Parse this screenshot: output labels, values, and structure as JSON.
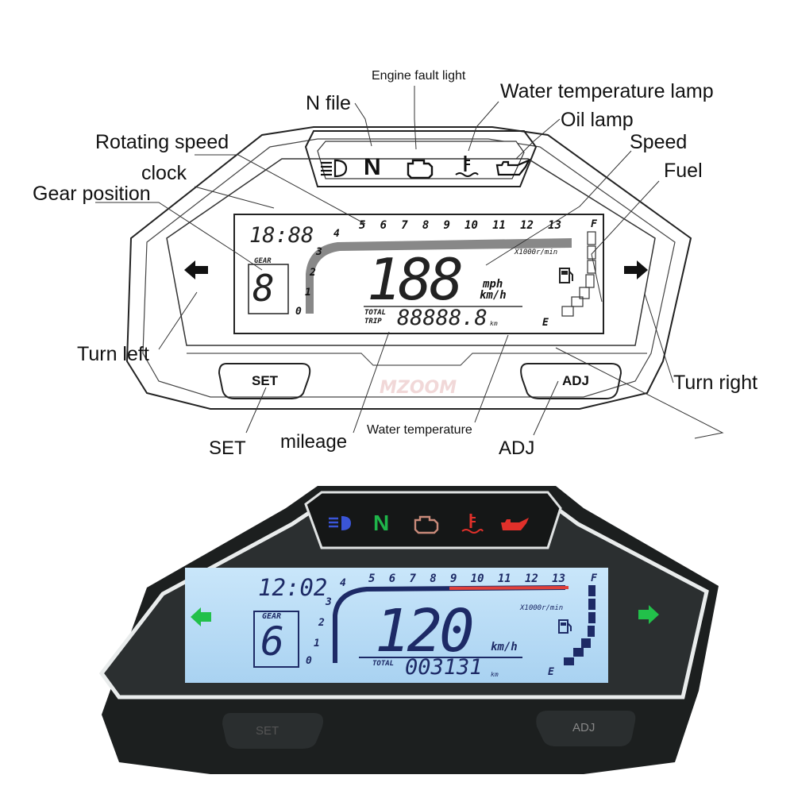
{
  "labels": {
    "engine_fault_light": "Engine fault light",
    "n_file": "N file",
    "water_temperature_lamp": "Water temperature lamp",
    "oil_lamp": "Oil lamp",
    "rotating_speed": "Rotating speed",
    "speed": "Speed",
    "clock": "clock",
    "fuel": "Fuel",
    "gear_position": "Gear position",
    "turn_left": "Turn left",
    "turn_right": "Turn right",
    "set": "SET",
    "mileage": "mileage",
    "water_temperature": "Water temperature",
    "adj": "ADJ"
  },
  "diagram_display": {
    "clock": "18:88",
    "gear_label": "GEAR",
    "gear_digit": "8",
    "rpm_ticks": [
      "5",
      "6",
      "7",
      "8",
      "9",
      "10",
      "11",
      "12",
      "13"
    ],
    "rpm_low_ticks": [
      "4",
      "3",
      "2",
      "1",
      "0"
    ],
    "rpm_unit": "X1000r/min",
    "speed": "188",
    "speed_unit_mph": "mph",
    "speed_unit_kmh": "km/h",
    "total": "TOTAL",
    "trip": "TRIP",
    "odometer": "88888.8",
    "odo_unit": "km",
    "fuel_full": "F",
    "fuel_empty": "E",
    "indicator_n": "N",
    "set_button": "SET",
    "adj_button": "ADJ"
  },
  "photo_display": {
    "clock": "12:02",
    "gear_label": "GEAR",
    "gear": "6",
    "rpm_ticks": [
      "5",
      "6",
      "7",
      "8",
      "9",
      "10",
      "11",
      "12",
      "13"
    ],
    "rpm_low_ticks": [
      "4",
      "3",
      "2",
      "1",
      "0"
    ],
    "rpm_unit": "X1000r/min",
    "speed": "120",
    "speed_unit": "km/h",
    "total": "TOTAL",
    "odometer": "003131",
    "odo_unit": "km",
    "fuel_full": "F",
    "fuel_empty": "E",
    "indicator_n": "N",
    "set_button": "SET",
    "adj_button": "ADJ"
  },
  "watermark": "MZOOM",
  "colors": {
    "headlight_blue": "#3a55d8",
    "neutral_green": "#1fb54a",
    "engine_fault": "#c98a7a",
    "water_temp_red": "#e0302a",
    "oil_red": "#e0302a",
    "turn_green": "#22c04a",
    "lcd_blue": "#b9dcf5",
    "lcd_ink": "#1d2a66",
    "redline": "#e0403a"
  },
  "icons": [
    "headlight-icon",
    "engine-fault-icon",
    "water-temp-icon",
    "oil-can-icon",
    "fuel-pump-icon",
    "turn-left-arrow-icon",
    "turn-right-arrow-icon"
  ]
}
